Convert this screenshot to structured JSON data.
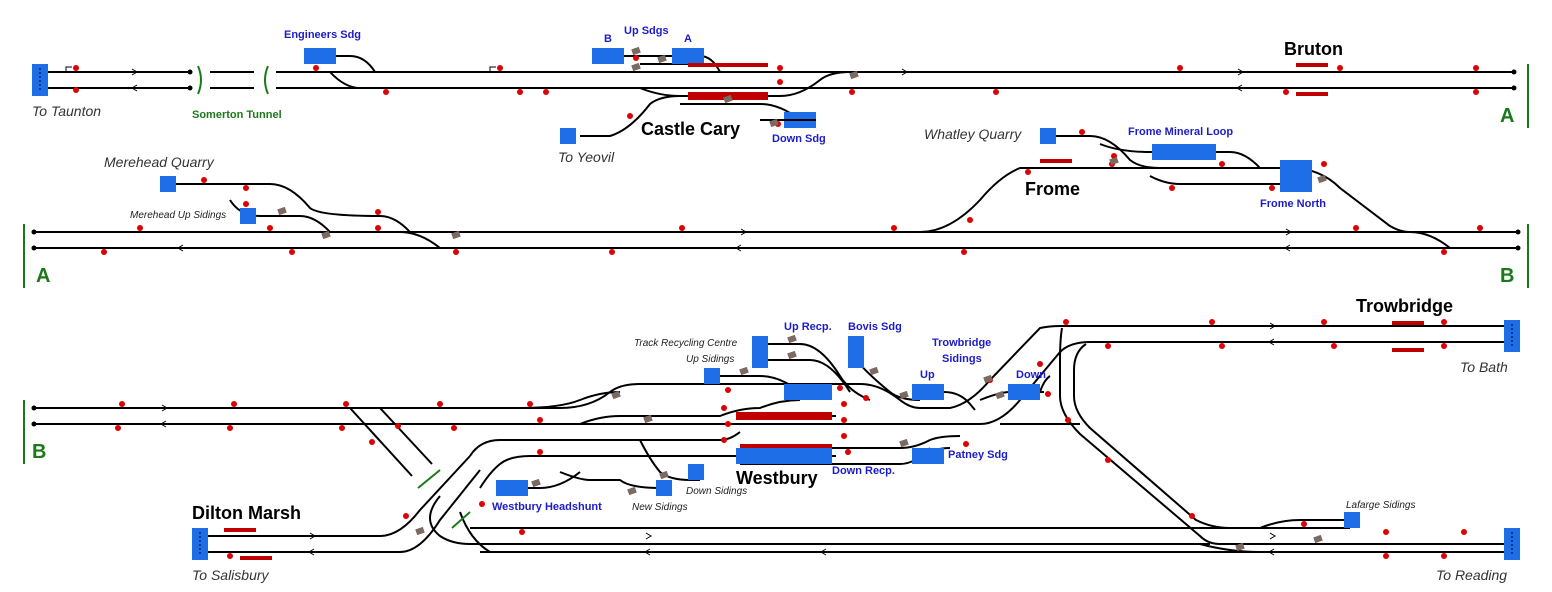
{
  "colors": {
    "track": "#000000",
    "signal": "#e00000",
    "platform": "#1e6ee8",
    "occupied": "#c00000",
    "label": "#1c1cc8",
    "green": "#1a7a1a"
  },
  "labels": {
    "to_taunton": "To Taunton",
    "somerton_tunnel": "Somerton Tunnel",
    "engineers_sdg": "Engineers Sdg",
    "up_sdgs": "Up Sdgs",
    "up_sdgs_b": "B",
    "up_sdgs_a": "A",
    "castle_cary": "Castle Cary",
    "down_sdg": "Down Sdg",
    "to_yeovil": "To Yeovil",
    "bruton": "Bruton",
    "edge_a_top": "A",
    "merehead_quarry": "Merehead Quarry",
    "merehead_up_sidings": "Merehead Up Sidings",
    "whatley_quarry": "Whatley Quarry",
    "frome_mineral_loop": "Frome Mineral Loop",
    "frome": "Frome",
    "frome_north": "Frome North",
    "edge_a_mid": "A",
    "edge_b_mid": "B",
    "trowbridge": "Trowbridge",
    "to_bath": "To Bath",
    "track_recycling_centre": "Track Recycling Centre",
    "up_sidings": "Up Sidings",
    "up_recp": "Up Recp.",
    "bovis_sdg": "Bovis Sdg",
    "trowbridge_sidings_1": "Trowbridge",
    "trowbridge_sidings_2": "Sidings",
    "up": "Up",
    "down": "Down",
    "edge_b_bottom": "B",
    "westbury": "Westbury",
    "down_recp": "Down Recp.",
    "patney_sdg": "Patney Sdg",
    "down_sidings": "Down Sidings",
    "new_sidings": "New Sidings",
    "westbury_headshunt": "Westbury Headshunt",
    "dilton_marsh": "Dilton Marsh",
    "to_salisbury": "To Salisbury",
    "lafarge_sidings": "Lafarge Sidings",
    "to_reading": "To Reading"
  }
}
